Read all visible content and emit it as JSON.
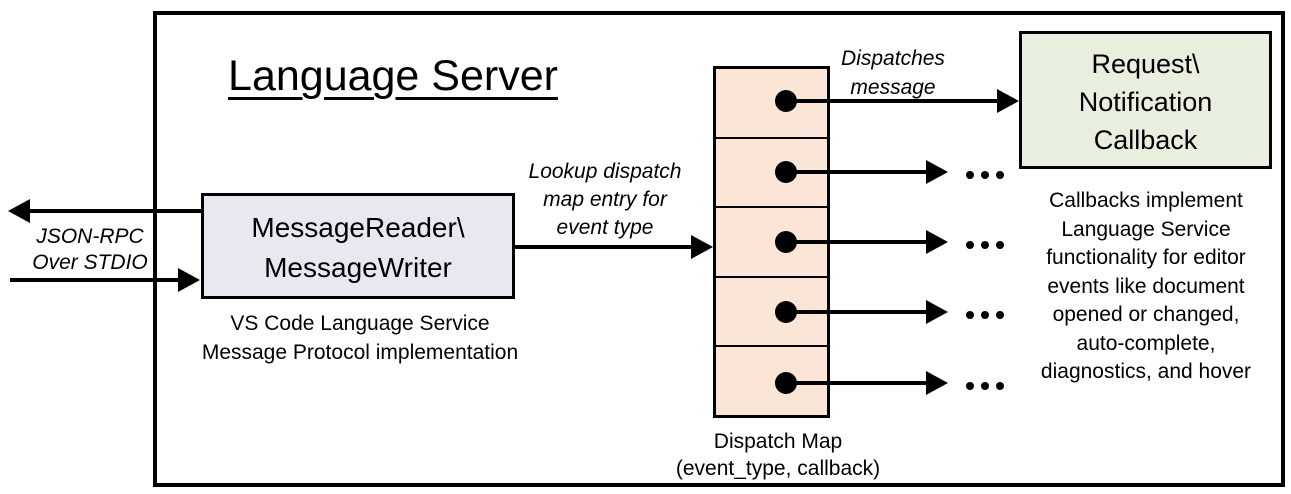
{
  "title": "Language Server",
  "colors": {
    "reader_fill": "#E9E8F1",
    "map_fill": "#FBE5D6",
    "callback_fill": "#E9EFDF",
    "line_color": "#000000"
  },
  "left_io": {
    "label_lines": [
      "JSON-RPC",
      "Over STDIO"
    ]
  },
  "message_reader": {
    "title_lines": [
      "MessageReader\\",
      "MessageWriter"
    ],
    "caption_lines": [
      "VS Code Language Service",
      "Message Protocol implementation"
    ]
  },
  "lookup_label_lines": [
    "Lookup dispatch",
    "map entry for",
    "event type"
  ],
  "dispatches_label_lines": [
    "Dispatches",
    "message"
  ],
  "dispatch_map": {
    "rows": 5,
    "caption_lines": [
      "Dispatch Map",
      "(event_type, callback)"
    ]
  },
  "callback_box": {
    "title_lines": [
      "Request\\",
      "Notification",
      "Callback"
    ]
  },
  "callbacks_note_lines": [
    "Callbacks implement",
    "Language Service",
    "functionality for editor",
    "events like document",
    "opened or changed,",
    "auto-complete,",
    "diagnostics, and hover"
  ]
}
